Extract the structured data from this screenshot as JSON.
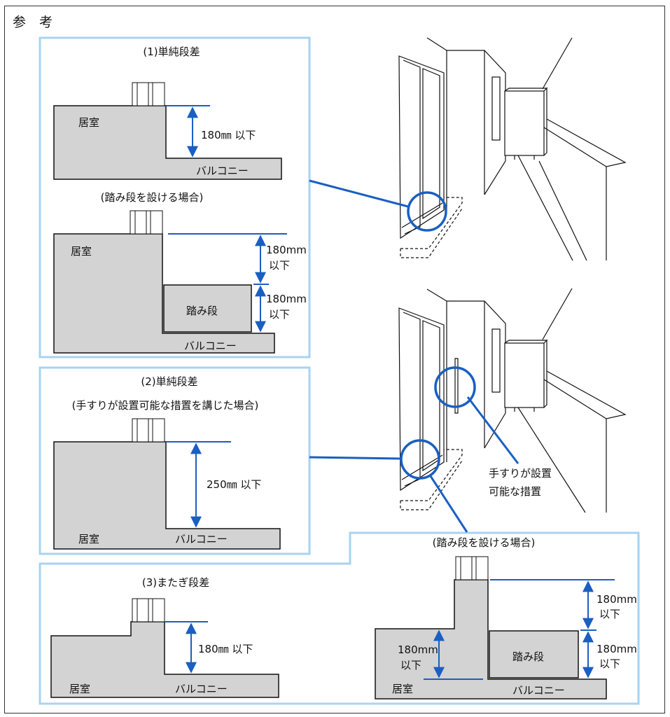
{
  "header": {
    "title": "参　考"
  },
  "colors": {
    "panel_border": "#a9d3f0",
    "accent": "#1a5fc2",
    "room_fill": "#d3d3d3",
    "ink": "#111111"
  },
  "panel1": {
    "title": "(1)単純段差",
    "room": "居室",
    "height": "180㎜ 以下",
    "balcony": "バルコニー",
    "sub_title": "(踏み段を設ける場合)",
    "room2": "居室",
    "height_upper_1": "180mm",
    "height_upper_2": "以下",
    "height_lower_1": "180mm",
    "height_lower_2": "以下",
    "step": "踏み段",
    "balcony2": "バルコニー"
  },
  "panel2": {
    "title": "(2)単純段差",
    "subtitle": "(手すりが設置可能な措置を講じた場合)",
    "height": "250㎜ 以下",
    "room": "居室",
    "balcony": "バルコニー"
  },
  "panel3": {
    "title": "(3)またぎ段差",
    "height": "180㎜ 以下",
    "room": "居室",
    "balcony": "バルコニー",
    "sub_title": "(踏み段を設ける場合)",
    "height_upper_1": "180mm",
    "height_upper_2": "以下",
    "height_room_1": "180mm",
    "height_room_2": "以下",
    "height_lower_1": "180mm",
    "height_lower_2": "以下",
    "step": "踏み段",
    "room2": "居室",
    "balcony2": "バルコニー"
  },
  "callout": {
    "line1": "手すりが設置",
    "line2": "可能な措置"
  }
}
